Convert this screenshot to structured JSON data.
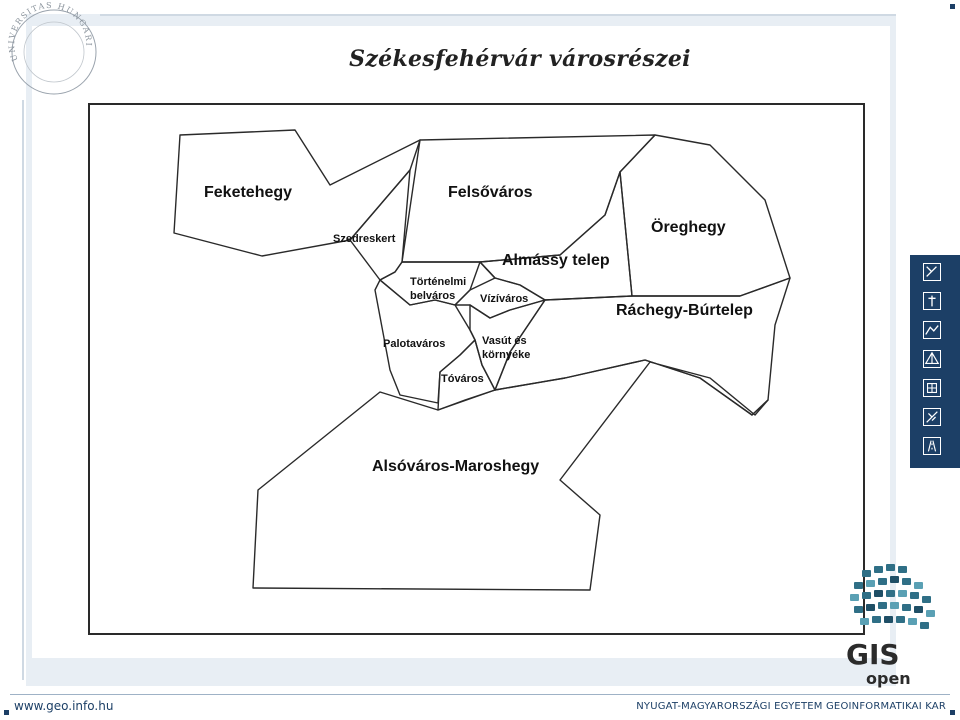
{
  "title": "Székesfehérvár városrészei",
  "districts": [
    {
      "id": "feketehegy",
      "label": "Feketehegy"
    },
    {
      "id": "felsovaros",
      "label": "Felsőváros"
    },
    {
      "id": "oreghegy",
      "label": "Öreghegy"
    },
    {
      "id": "szedreskert",
      "label": "Szedreskert"
    },
    {
      "id": "almassy",
      "label": "Almássy telep"
    },
    {
      "id": "tortenelmi",
      "label": "Történelmi belváros"
    },
    {
      "id": "vizivaros",
      "label": "Vízíváros"
    },
    {
      "id": "rachegy",
      "label": "Ráchegy-Búrtelep"
    },
    {
      "id": "palotavaros",
      "label": "Palotaváros"
    },
    {
      "id": "vasut",
      "label": "Vasút és környéke"
    },
    {
      "id": "tovaros",
      "label": "Tóváros"
    },
    {
      "id": "alsovaros",
      "label": "Alsóváros-Maroshegy"
    }
  ],
  "seal_text": "UNIVERSITAS HUNGARIAE",
  "footer": {
    "url": "www.geo.info.hu",
    "institution": "NYUGAT-MAGYARORSZÁGI EGYETEM GEOINFORMATIKAI KAR"
  },
  "logo": {
    "line1": "GIS",
    "line2": "open"
  },
  "toolbar_icons": [
    "survey-icon",
    "level-icon",
    "terrain-icon",
    "prism-icon",
    "building-plan-icon",
    "measure-icon",
    "road-icon"
  ],
  "colors": {
    "brand": "#1c3f66",
    "map_line": "#2a2a2a",
    "band": "#e8eef4"
  }
}
